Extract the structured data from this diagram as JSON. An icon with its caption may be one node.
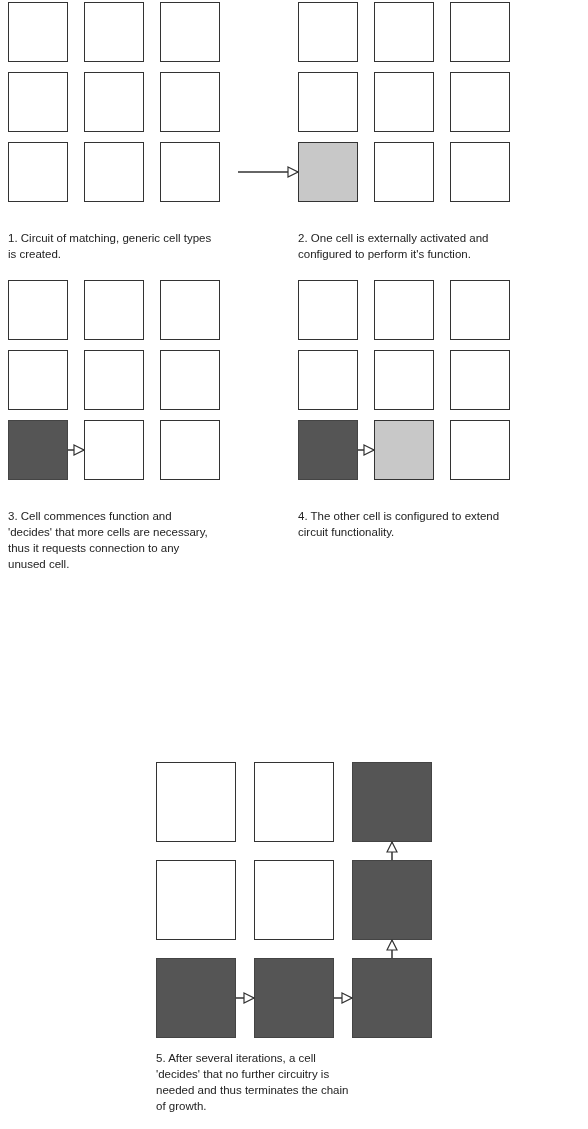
{
  "diagram": {
    "nodes": [
      {
        "text": [],
        "shape": "box"
      },
      {
        "text": [],
        "shape": "box"
      },
      {
        "text": [],
        "shape": "box"
      },
      {
        "text": [],
        "shape": "box"
      },
      {
        "text": [],
        "shape": "box"
      },
      {
        "text": [],
        "shape": "box"
      },
      {
        "text": [],
        "shape": "box"
      },
      {
        "text": [],
        "shape": "box"
      },
      {
        "text": [],
        "shape": "box"
      },
      {
        "text": [],
        "shape": "box"
      },
      {
        "text": [],
        "shape": "box"
      },
      {
        "text": [],
        "shape": "box"
      },
      {
        "text": [],
        "shape": "box"
      },
      {
        "text": [],
        "shape": "box"
      },
      {
        "text": [],
        "shape": "box"
      },
      {
        "text": [],
        "shape": "box"
      },
      {
        "text": [],
        "shape": "box"
      },
      {
        "text": [],
        "shape": "box"
      },
      {
        "text": [],
        "shape": "box"
      },
      {
        "text": [],
        "shape": "box"
      },
      {
        "text": [],
        "shape": "box"
      },
      {
        "text": [],
        "shape": "box"
      },
      {
        "text": [],
        "shape": "box"
      },
      {
        "text": [],
        "shape": "box"
      },
      {
        "text": [],
        "shape": "box"
      },
      {
        "text": [],
        "shape": "box"
      },
      {
        "text": [],
        "shape": "box"
      },
      {
        "text": [],
        "shape": "box"
      },
      {
        "text": [],
        "shape": "box"
      },
      {
        "text": [],
        "shape": "box"
      },
      {
        "text": [],
        "shape": "box"
      },
      {
        "text": [],
        "shape": "box"
      },
      {
        "text": [],
        "shape": "box"
      },
      {
        "text": [],
        "shape": "box"
      },
      {
        "text": [],
        "shape": "box"
      },
      {
        "text": [],
        "shape": "box"
      },
      {
        "text": [],
        "shape": "box"
      },
      {
        "text": [],
        "shape": "box"
      },
      {
        "text": [],
        "shape": "box"
      },
      {
        "text": [],
        "shape": "box"
      },
      {
        "text": [],
        "shape": "box"
      },
      {
        "text": [],
        "shape": "box"
      },
      {
        "text": [],
        "shape": "box"
      },
      {
        "text": [],
        "shape": "box"
      },
      {
        "text": [],
        "shape": "box"
      }
    ],
    "edges": [
      {
        "from": null,
        "to": 15,
        "arrow": "to"
      },
      {
        "from": 24,
        "to": 25,
        "arrow": "to"
      },
      {
        "from": 33,
        "to": 34,
        "arrow": "to"
      },
      {
        "from": 42,
        "to": 43,
        "arrow": "to"
      },
      {
        "from": 43,
        "to": 44,
        "arrow": "to"
      },
      {
        "from": 44,
        "to": 41,
        "arrow": "to"
      },
      {
        "from": 41,
        "to": 38,
        "arrow": "to"
      }
    ],
    "labels": [
      "1. Circuit of matching, generic cell types is created.",
      "2. One cell is externally activated and configured to perform it's function.",
      "3. Cell commences function and 'decides' that more cells are necessary, thus it requests connection to any unused cell.",
      "4. The other cell is configured  to extend circuit functionality.",
      "5. After several iterations, a cell 'decides' that no further circuitry is needed and thus terminates the chain of growth."
    ]
  }
}
